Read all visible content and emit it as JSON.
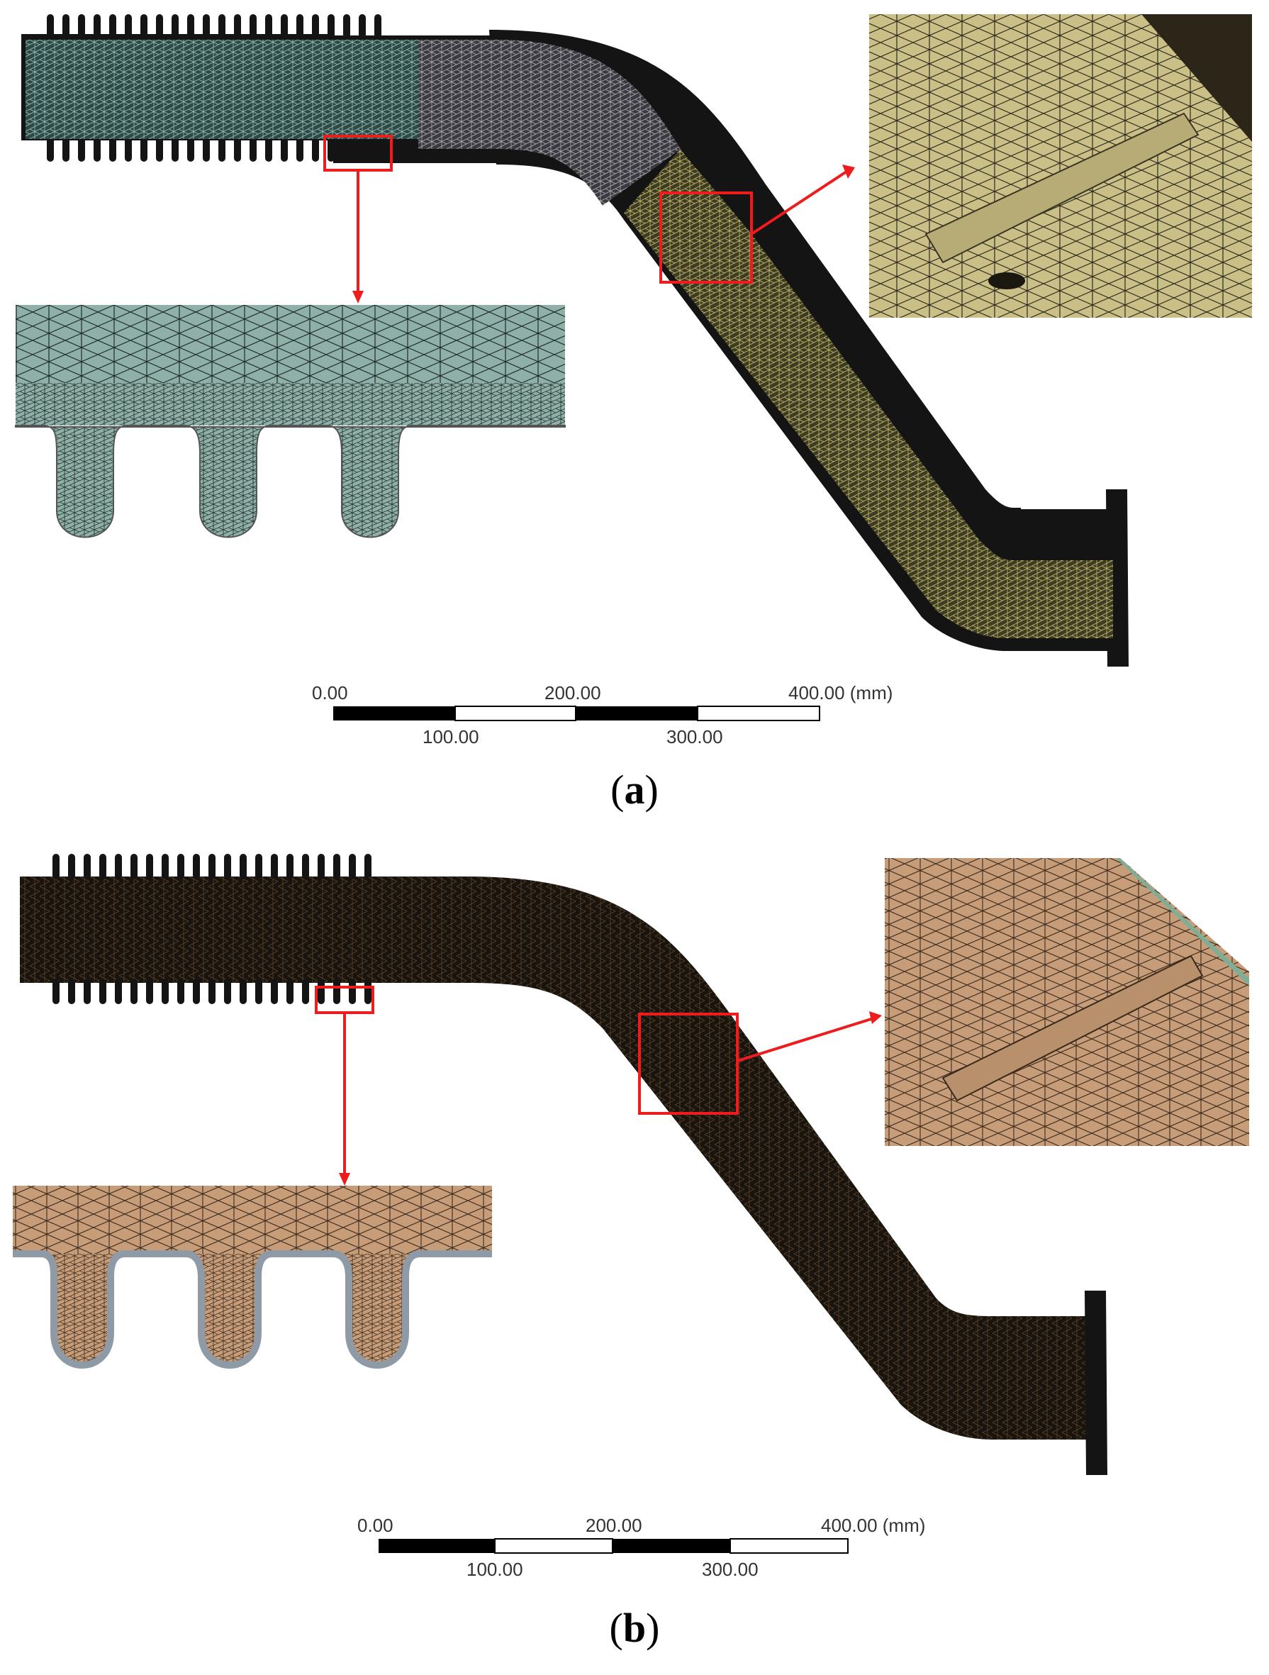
{
  "colors": {
    "mesh_line": "#000000",
    "panel_a_inlet": "#8fb0a8",
    "panel_a_bend": "#8f8f96",
    "panel_a_outlet": "#c8be72",
    "panel_a_zoom_fill": "#cbbf88",
    "panel_b_fluid": "#c79c78",
    "panel_b_inflation": "#8e9aa6",
    "panel_b_wall_green": "#7fae96",
    "callout": "#ee1c1c",
    "pipe_body": "#141414"
  },
  "icons": [
    "callout-arrow-icon",
    "zoom-box-icon"
  ],
  "panel_a": {
    "caption_open": "(",
    "caption_letter": "a",
    "caption_close": ")",
    "scale": {
      "top_labels": [
        "0.00",
        "200.00",
        "400.00 (mm)"
      ],
      "bottom_labels": [
        "100.00",
        "300.00"
      ]
    }
  },
  "panel_b": {
    "caption_open": "(",
    "caption_letter": "b",
    "caption_close": ")",
    "scale": {
      "top_labels": [
        "0.00",
        "200.00",
        "400.00 (mm)"
      ],
      "bottom_labels": [
        "100.00",
        "300.00"
      ]
    }
  }
}
